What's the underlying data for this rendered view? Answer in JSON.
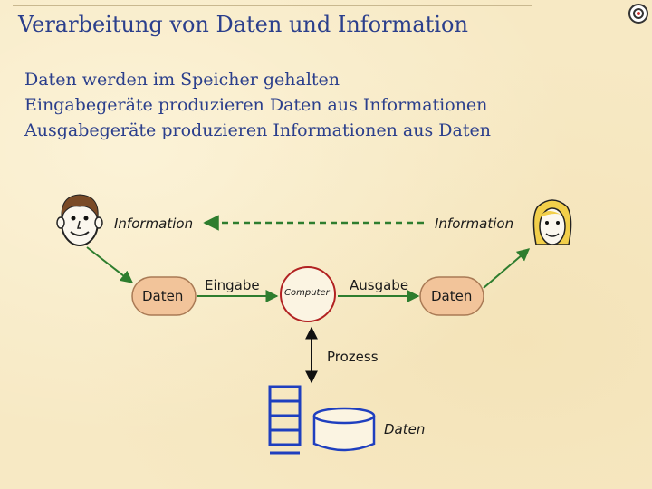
{
  "slide": {
    "title": "Verarbeitung von Daten und Information",
    "bullets": [
      "Daten werden im Speicher gehalten",
      "Eingabegeräte produzieren Daten aus Informationen",
      "Ausgabegeräte produzieren Informationen aus Daten"
    ]
  },
  "diagram": {
    "info_left": "Information",
    "info_right": "Information",
    "daten_left": "Daten",
    "daten_right": "Daten",
    "eingabe": "Eingabe",
    "ausgabe": "Ausgabe",
    "computer": "Computer",
    "prozess": "Prozess",
    "daten_storage": "Daten"
  },
  "colors": {
    "title_text": "#2b3f8c",
    "arrow_green": "#2e7d2e",
    "computer_circle": "#b22222",
    "daten_bubble": "#f2c49a",
    "storage_blue": "#1f3fbf",
    "background": "#f7e9c4"
  },
  "icons": {
    "nav": "navigation-target-icon",
    "person_left": "man-face-icon",
    "person_right": "woman-face-icon",
    "storage": "drive-stack-icon",
    "database": "database-cylinder-icon"
  }
}
